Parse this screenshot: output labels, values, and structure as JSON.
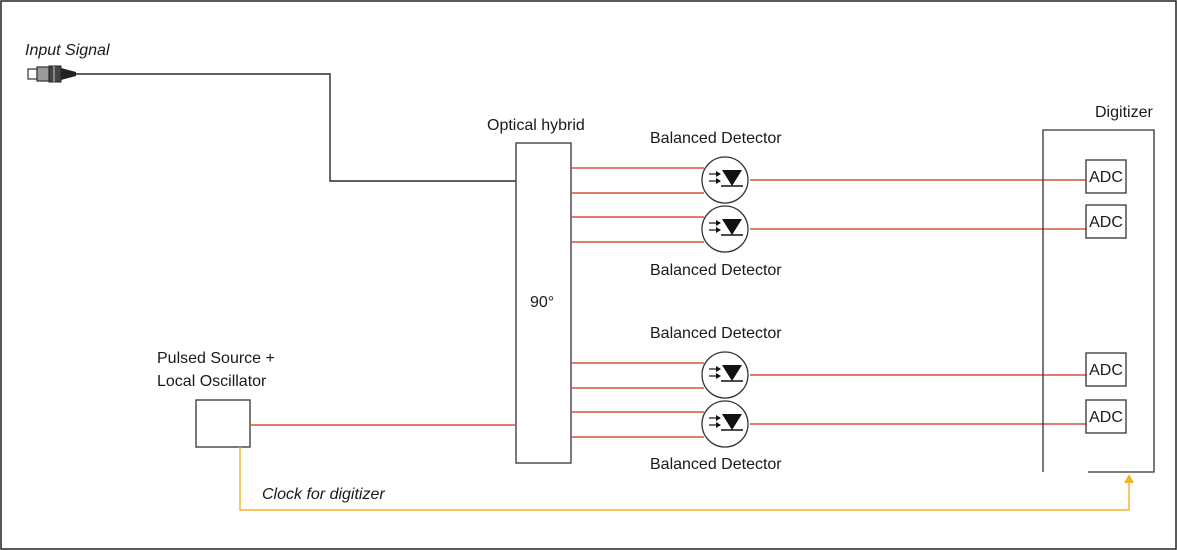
{
  "labels": {
    "input_signal": "Input Signal",
    "optical_hybrid": "Optical hybrid",
    "hybrid_phase": "90°",
    "detector_1": "Balanced Detector",
    "detector_2": "Balanced Detector",
    "detector_3": "Balanced Detector",
    "detector_4": "Balanced Detector",
    "source_line1": "Pulsed Source +",
    "source_line2": "Local Oscillator",
    "digitizer": "Digitizer",
    "clock": "Clock for digitizer",
    "adc_1": "ADC",
    "adc_2": "ADC",
    "adc_3": "ADC",
    "adc_4": "ADC"
  },
  "colors": {
    "optical_signal_line": "#2b2b2b",
    "rf_lines": "#d0573a",
    "clock_line": "#f0b429",
    "outline": "#333333"
  },
  "icons": {
    "fiber_connector": "fiber-connector-icon",
    "photodiode": "photodiode-pair-icon"
  }
}
